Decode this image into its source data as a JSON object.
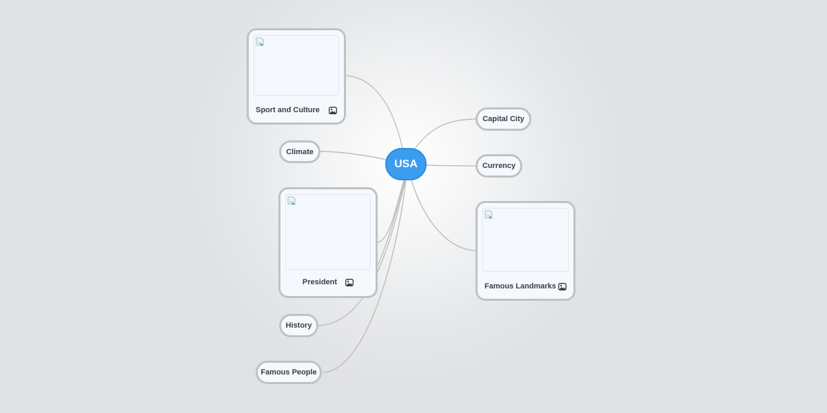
{
  "mindmap": {
    "root": {
      "label": "USA",
      "color": "#3a9df0"
    },
    "left_nodes": [
      {
        "label": "Sport and Culture",
        "type": "image-card",
        "icon": "image-icon"
      },
      {
        "label": "Climate",
        "type": "topic"
      },
      {
        "label": "President",
        "type": "image-card",
        "icon": "image-icon"
      },
      {
        "label": "History",
        "type": "topic"
      },
      {
        "label": "Famous People",
        "type": "topic"
      }
    ],
    "right_nodes": [
      {
        "label": "Capital City",
        "type": "topic"
      },
      {
        "label": "Currency",
        "type": "topic"
      },
      {
        "label": "Famous Landmarks",
        "type": "image-card",
        "icon": "image-icon"
      }
    ],
    "styles": {
      "node_border": "#bfc1c3",
      "node_fill": "#f5f8fd",
      "link_color": "#bdbdbd",
      "text_color": "#3a3e44"
    }
  }
}
